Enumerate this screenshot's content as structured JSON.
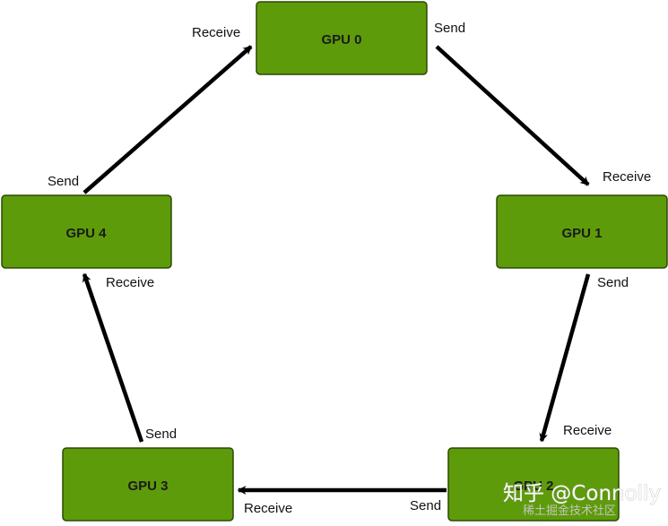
{
  "diagram": {
    "nodes": [
      {
        "id": "gpu0",
        "label": "GPU 0"
      },
      {
        "id": "gpu1",
        "label": "GPU 1"
      },
      {
        "id": "gpu2",
        "label": "GPU 2"
      },
      {
        "id": "gpu3",
        "label": "GPU 3"
      },
      {
        "id": "gpu4",
        "label": "GPU 4"
      }
    ],
    "edges": [
      {
        "from": "gpu0",
        "to": "gpu1",
        "send_label": "Send",
        "receive_label": "Receive"
      },
      {
        "from": "gpu1",
        "to": "gpu2",
        "send_label": "Send",
        "receive_label": "Receive"
      },
      {
        "from": "gpu2",
        "to": "gpu3",
        "send_label": "Send",
        "receive_label": "Receive"
      },
      {
        "from": "gpu3",
        "to": "gpu4",
        "send_label": "Send",
        "receive_label": "Receive"
      },
      {
        "from": "gpu4",
        "to": "gpu0",
        "send_label": "Send",
        "receive_label": "Receive"
      }
    ]
  },
  "colors": {
    "node_fill": "#5e9b0a",
    "node_stroke": "#2b4a05",
    "arrow": "#000000"
  },
  "watermark": {
    "text": "知乎 @Connolly",
    "subtext": "稀土掘金技术社区"
  }
}
